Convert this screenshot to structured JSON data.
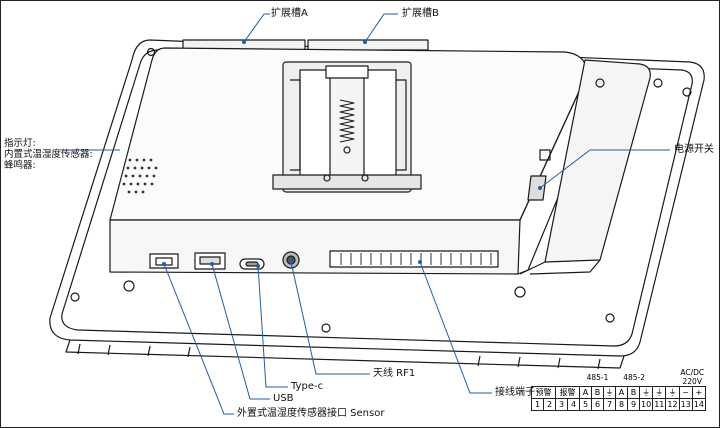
{
  "labels": {
    "slot_a": "扩展槽A",
    "slot_b": "扩展槽B",
    "indicator_line1": "指示灯:",
    "indicator_line2": "内置式温湿度传感器:",
    "indicator_line3": "蜂鸣器:",
    "power_switch": "电源开关",
    "antenna": "天线 RF1",
    "type_c": "Type-c",
    "usb": "USB",
    "sensor_port": "外置式温湿度传感器接口 Sensor",
    "terminal": "接线端子"
  },
  "terminal_table": {
    "group_headers": {
      "rs485_1": "485-1",
      "rs485_2": "485-2",
      "power_top": "AC/DC",
      "power_bottom": "220V"
    },
    "function_row": [
      "预警",
      "报警",
      "A",
      "B",
      "⏚",
      "A",
      "B",
      "⏚",
      "⏚",
      "⏚",
      "~",
      "+"
    ],
    "number_row": [
      "1",
      "2",
      "3",
      "4",
      "5",
      "6",
      "7",
      "8",
      "9",
      "10",
      "11",
      "12",
      "13",
      "14"
    ]
  },
  "colors": {
    "leader_line": "#1f5fa6",
    "outline": "#1a1a1a"
  }
}
